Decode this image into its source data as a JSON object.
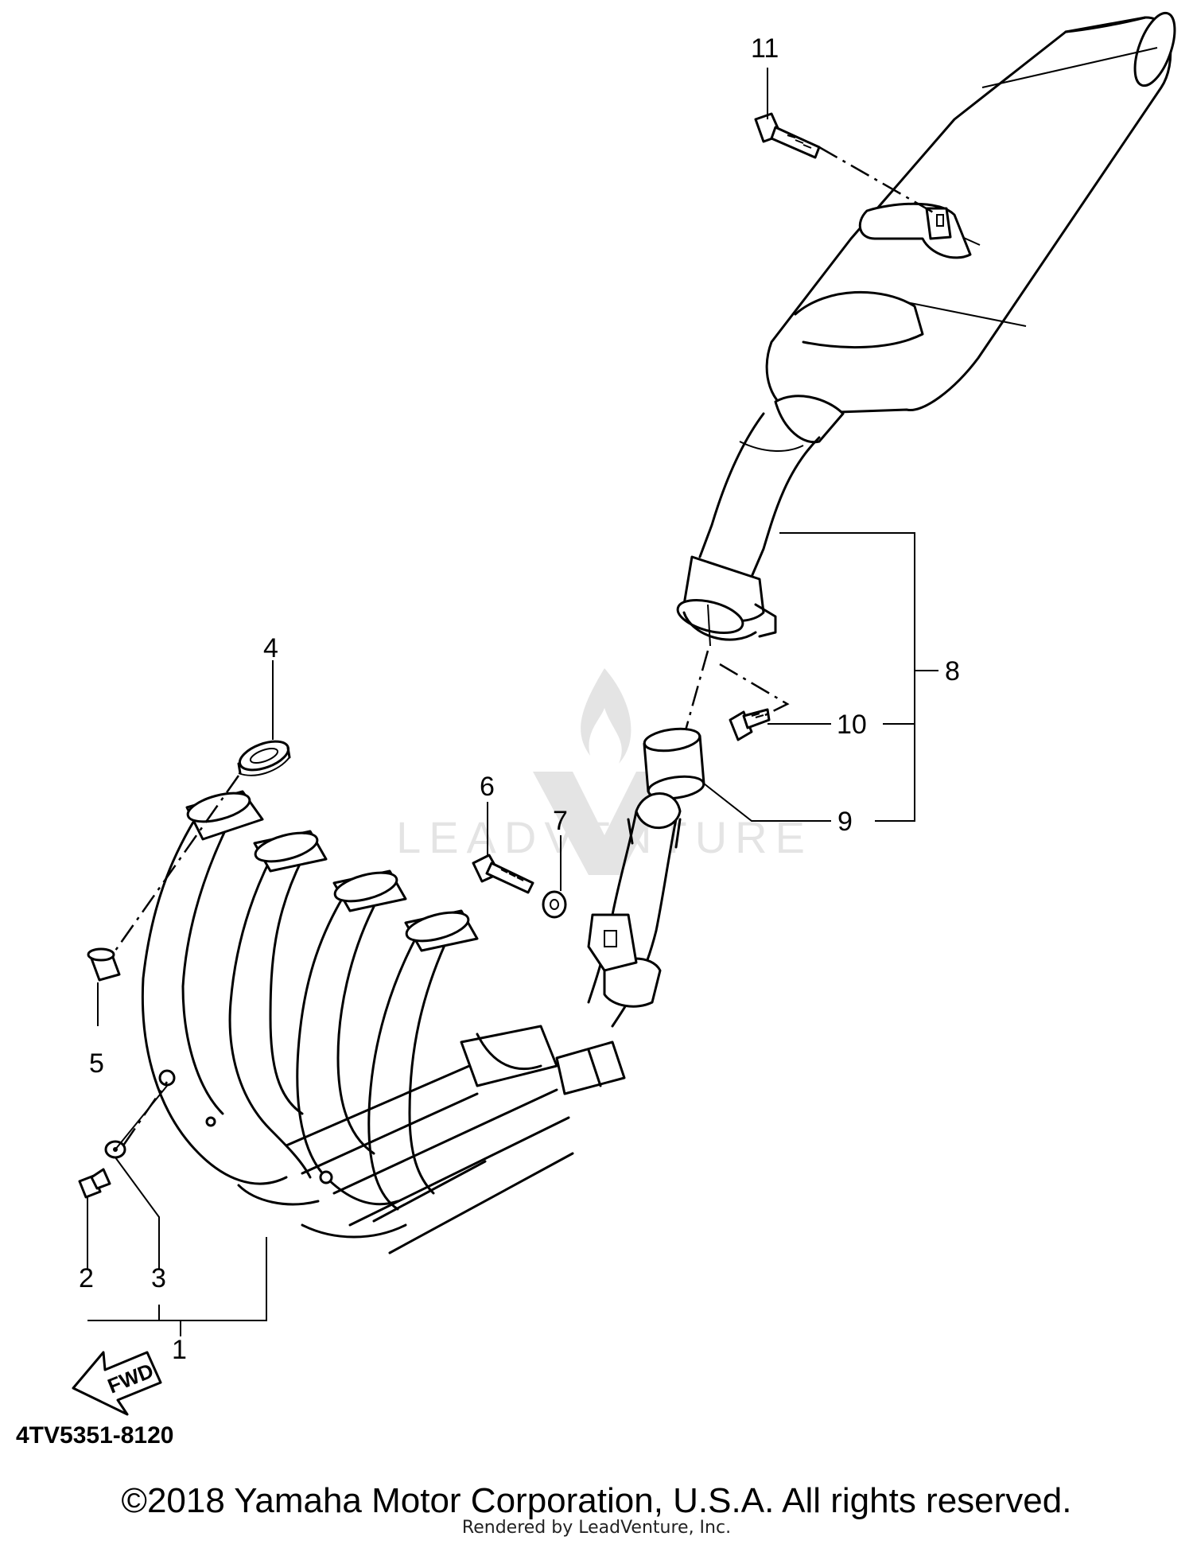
{
  "diagram": {
    "callouts": [
      {
        "id": "1",
        "label": "1"
      },
      {
        "id": "2",
        "label": "2"
      },
      {
        "id": "3",
        "label": "3"
      },
      {
        "id": "4",
        "label": "4"
      },
      {
        "id": "5",
        "label": "5"
      },
      {
        "id": "6",
        "label": "6"
      },
      {
        "id": "7",
        "label": "7"
      },
      {
        "id": "8",
        "label": "8"
      },
      {
        "id": "9",
        "label": "9"
      },
      {
        "id": "10",
        "label": "10"
      },
      {
        "id": "11",
        "label": "11"
      }
    ],
    "direction_label": "FWD",
    "diagram_code": "4TV5351-8120"
  },
  "footer": {
    "copyright": "©2018 Yamaha Motor Corporation, U.S.A. All rights reserved.",
    "rendered_by": "Rendered by LeadVenture, Inc."
  },
  "watermark": {
    "text": "LEADVENTURE"
  }
}
